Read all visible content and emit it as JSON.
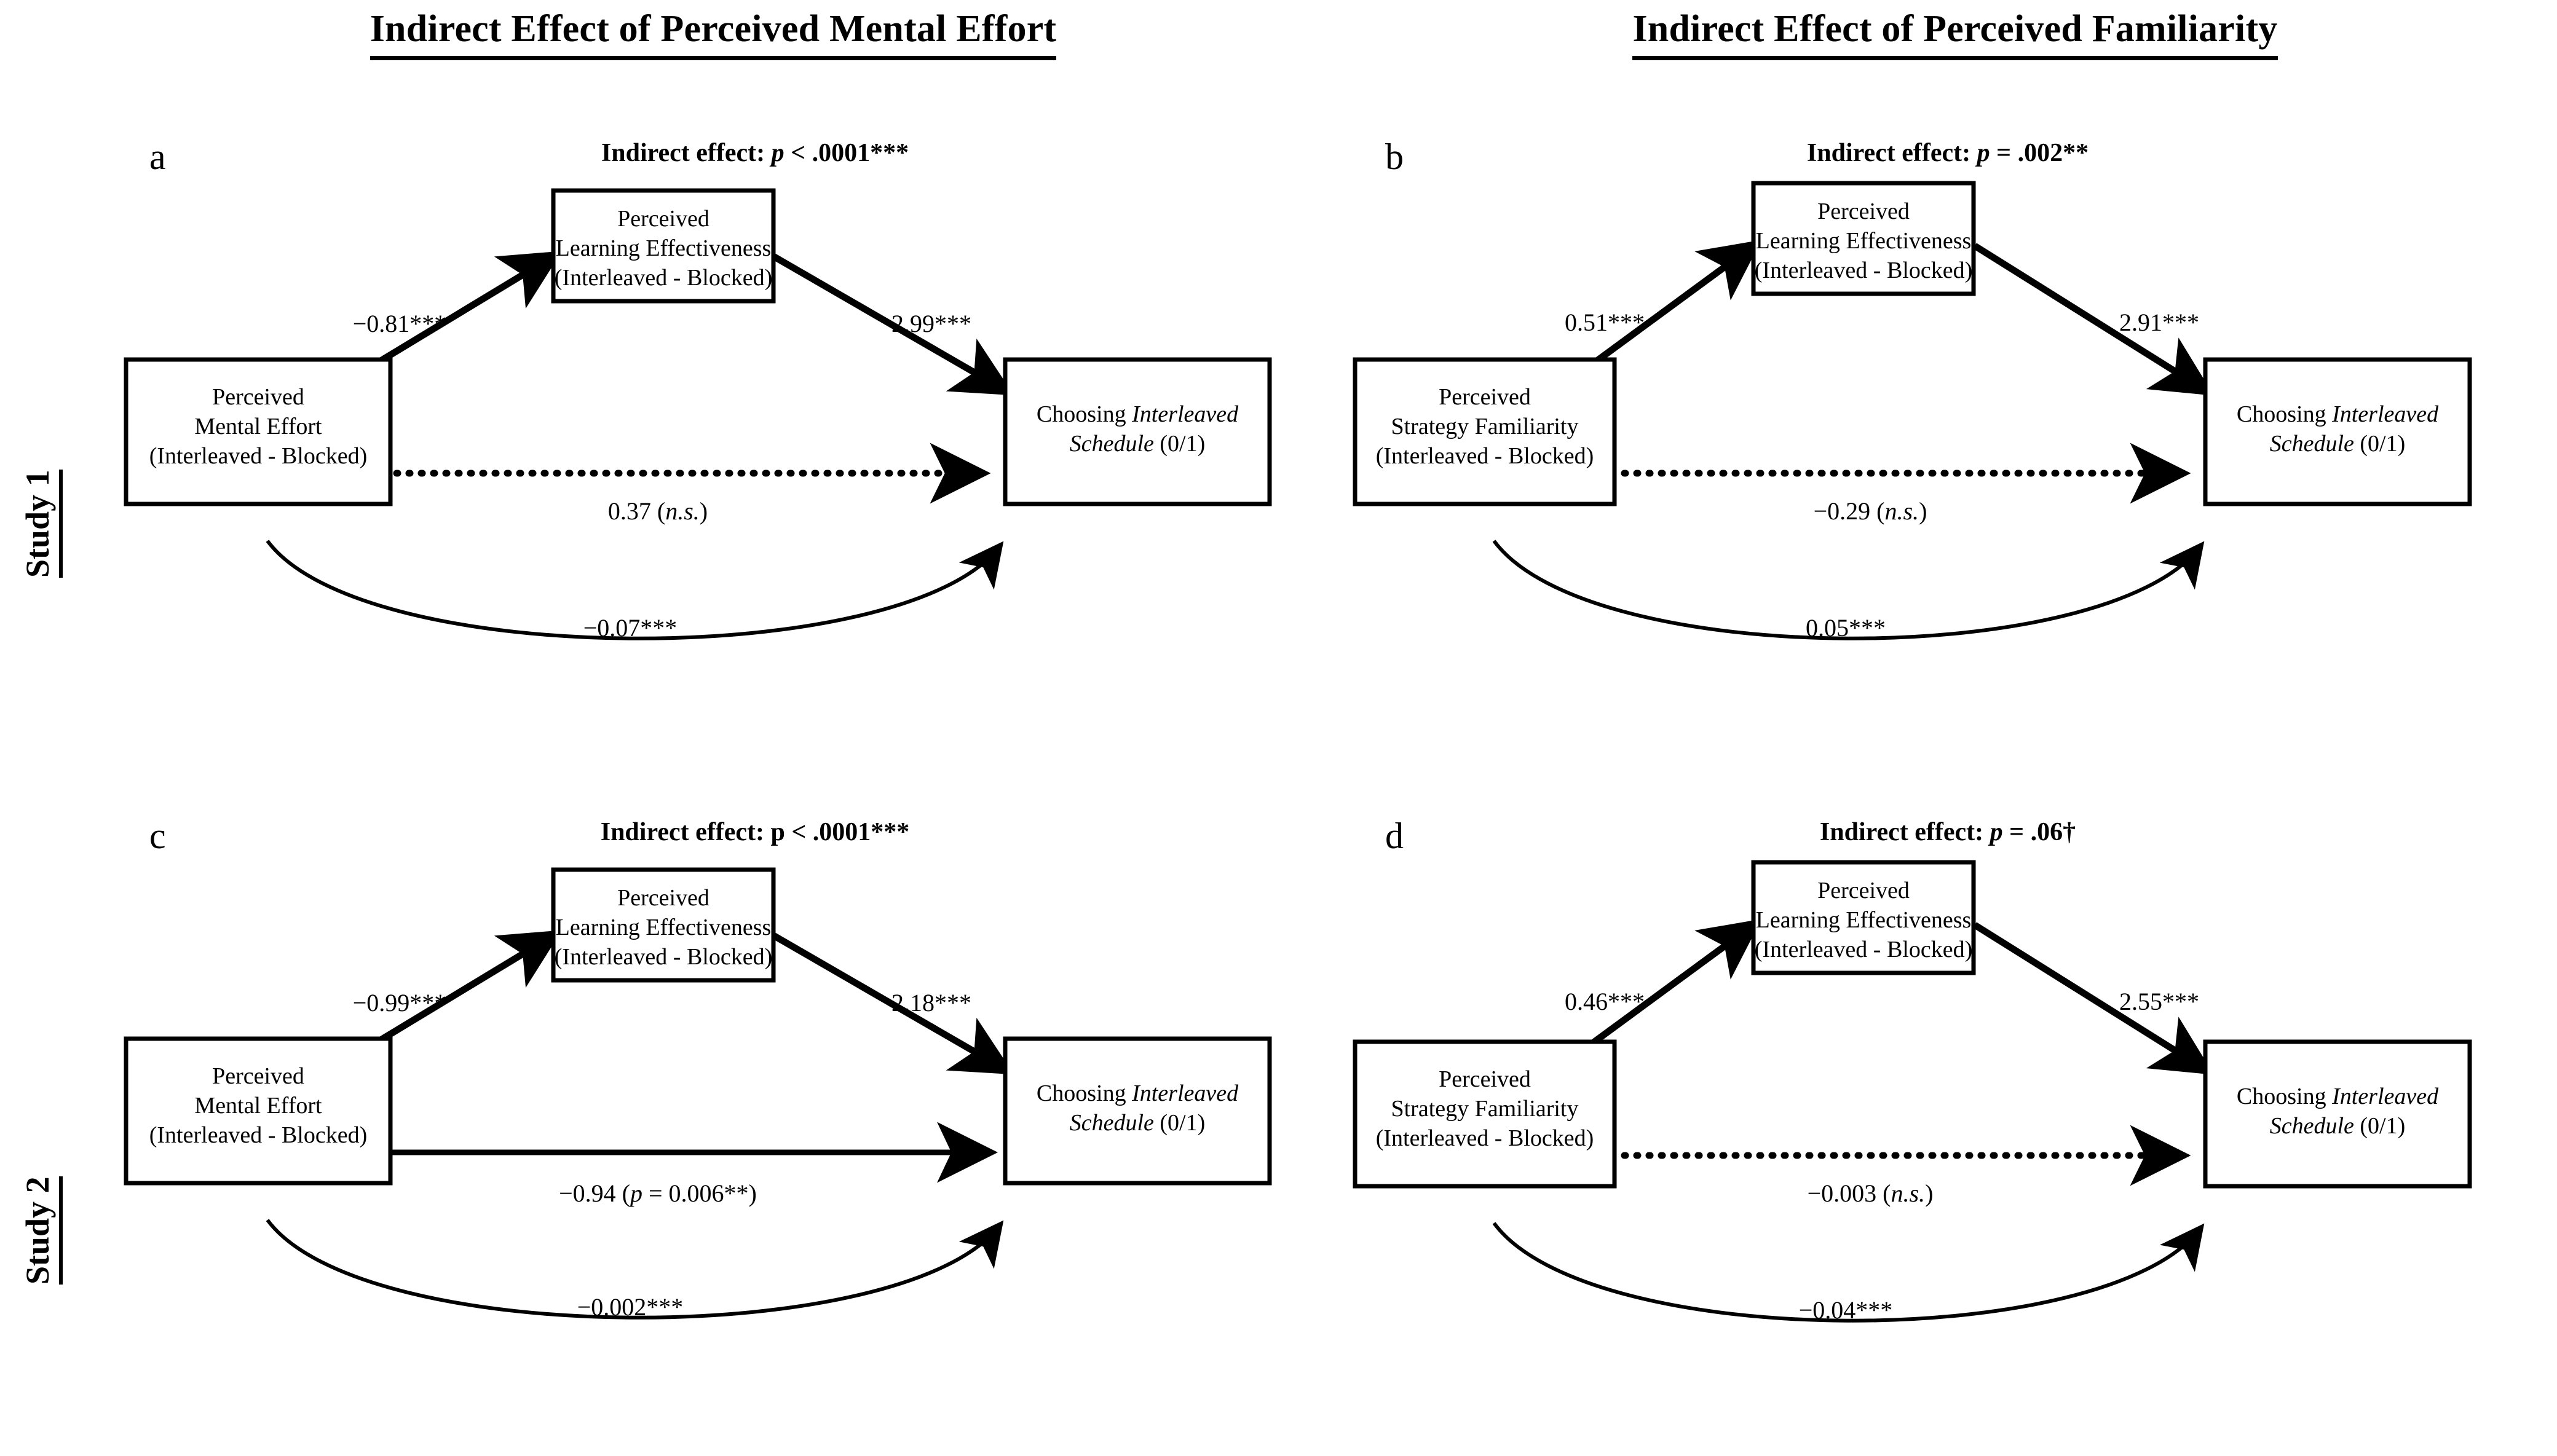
{
  "figure": {
    "column_titles": [
      "Indirect Effect of Perceived Mental Effort",
      "Indirect Effect of Perceived Familiarity"
    ],
    "row_labels": [
      "Study 1",
      "Study 2"
    ]
  },
  "chart_data": {
    "type": "diagram",
    "title": "Mediation path diagrams",
    "panels": [
      {
        "id": "a",
        "letter": "a",
        "study": "Study 1",
        "column": "Indirect Effect of Perceived Mental Effort",
        "indirect_effect_prefix": "Indirect effect: ",
        "indirect_effect_p_symbol": "p",
        "indirect_effect_p_italic": true,
        "indirect_effect_value": " < .0001***",
        "predictor_lines": [
          "Perceived",
          "Mental Effort",
          "(Interleaved - Blocked)"
        ],
        "mediator_lines": [
          "Perceived",
          "Learning Effectiveness",
          "(Interleaved - Blocked)"
        ],
        "outcome_line1_plain": "Choosing ",
        "outcome_line1_italic": "Interleaved",
        "outcome_line2_italic": "Schedule",
        "outcome_line2_plain": " (0/1)",
        "path_a": "−0.81***",
        "path_b": "2.99***",
        "path_c_prime": "0.37 (",
        "path_c_prime_italic": "n.s.",
        "path_c_prime_tail": ")",
        "path_c_prime_style": "dotted",
        "path_curved": "−0.07***"
      },
      {
        "id": "b",
        "letter": "b",
        "study": "Study 1",
        "column": "Indirect Effect of Perceived Familiarity",
        "indirect_effect_prefix": "Indirect effect: ",
        "indirect_effect_p_symbol": "p",
        "indirect_effect_p_italic": true,
        "indirect_effect_value": " = .002**",
        "predictor_lines": [
          "Perceived",
          "Strategy Familiarity",
          "(Interleaved - Blocked)"
        ],
        "mediator_lines": [
          "Perceived",
          "Learning Effectiveness",
          "(Interleaved - Blocked)"
        ],
        "outcome_line1_plain": "Choosing ",
        "outcome_line1_italic": "Interleaved",
        "outcome_line2_italic": "Schedule",
        "outcome_line2_plain": " (0/1)",
        "path_a": "0.51***",
        "path_b": "2.91***",
        "path_c_prime": "−0.29 (",
        "path_c_prime_italic": "n.s.",
        "path_c_prime_tail": ")",
        "path_c_prime_style": "dotted",
        "path_curved": "0.05***"
      },
      {
        "id": "c",
        "letter": "c",
        "study": "Study 2",
        "column": "Indirect Effect of Perceived Mental Effort",
        "indirect_effect_prefix": "Indirect effect: ",
        "indirect_effect_p_symbol": "p",
        "indirect_effect_p_italic": false,
        "indirect_effect_value": " < .0001***",
        "predictor_lines": [
          "Perceived",
          "Mental Effort",
          "(Interleaved - Blocked)"
        ],
        "mediator_lines": [
          "Perceived",
          "Learning Effectiveness",
          "(Interleaved - Blocked)"
        ],
        "outcome_line1_plain": "Choosing ",
        "outcome_line1_italic": "Interleaved",
        "outcome_line2_italic": "Schedule",
        "outcome_line2_plain": " (0/1)",
        "path_a": "−0.99***",
        "path_b": "2.18***",
        "path_c_prime": "−0.94 (",
        "path_c_prime_italic": "p",
        "path_c_prime_tail": " = 0.006**)",
        "path_c_prime_style": "solid",
        "path_curved": "−0.002***"
      },
      {
        "id": "d",
        "letter": "d",
        "study": "Study 2",
        "column": "Indirect Effect of Perceived Familiarity",
        "indirect_effect_prefix": "Indirect effect: ",
        "indirect_effect_p_symbol": "p",
        "indirect_effect_p_italic": true,
        "indirect_effect_value": " = .06†",
        "predictor_lines": [
          "Perceived",
          "Strategy Familiarity",
          "(Interleaved - Blocked)"
        ],
        "mediator_lines": [
          "Perceived",
          "Learning Effectiveness",
          "(Interleaved - Blocked)"
        ],
        "outcome_line1_plain": "Choosing ",
        "outcome_line1_italic": "Interleaved",
        "outcome_line2_italic": "Schedule",
        "outcome_line2_plain": " (0/1)",
        "path_a": "0.46***",
        "path_b": "2.55***",
        "path_c_prime": "−0.003 (",
        "path_c_prime_italic": "n.s.",
        "path_c_prime_tail": ")",
        "path_c_prime_style": "dotted",
        "path_curved": "−0.04***"
      }
    ],
    "colors": {
      "stroke": "#000000",
      "fill": "#ffffff",
      "background": "#ffffff"
    }
  }
}
